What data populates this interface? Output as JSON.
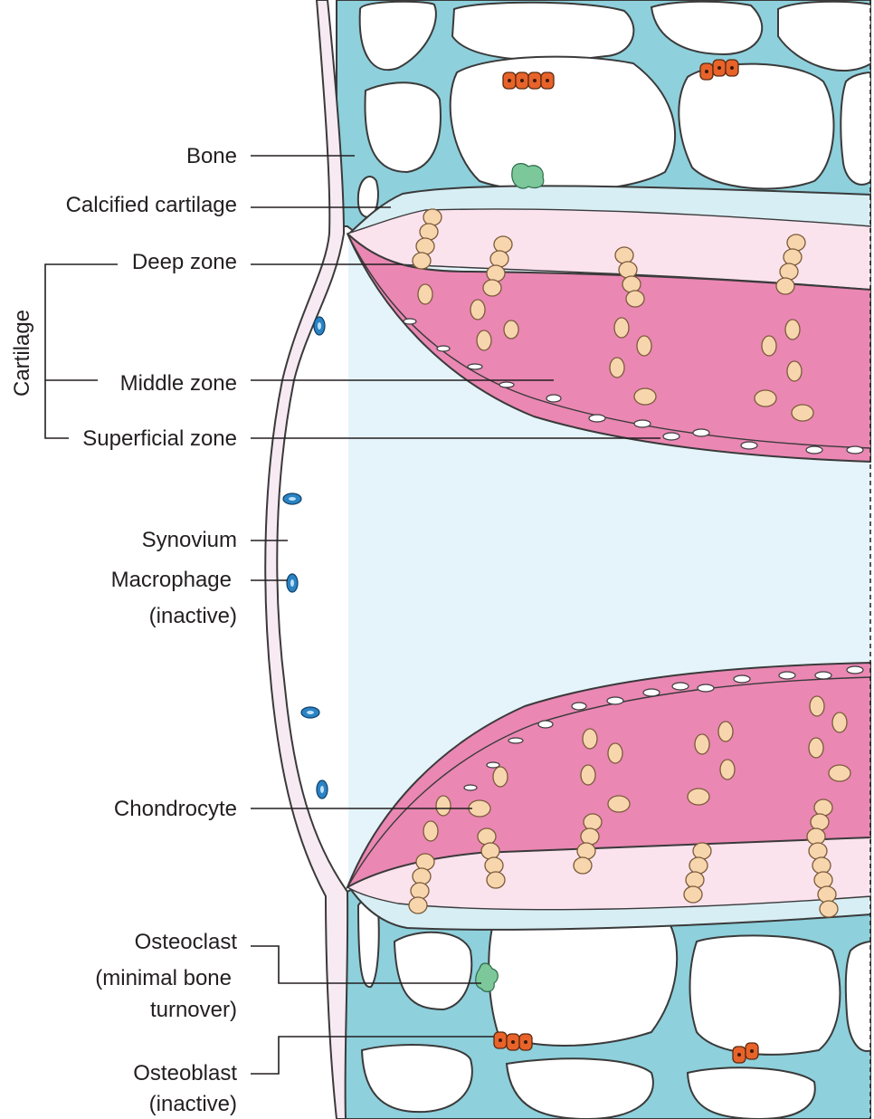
{
  "labels": {
    "bone": "Bone",
    "calcified_cartilage": "Calcified cartilage",
    "cartilage_group": "Cartilage",
    "deep_zone": "Deep zone",
    "middle_zone": "Middle zone",
    "superficial_zone": "Superficial zone",
    "synovium": "Synovium",
    "macrophage_line1": "Macrophage",
    "macrophage_line2": "(inactive)",
    "chondrocyte": "Chondrocyte",
    "osteoclast_line1": "Osteoclast",
    "osteoclast_line2": "(minimal bone",
    "osteoclast_line3": "turnover)",
    "osteoblast_line1": "Osteoblast",
    "osteoblast_line2": "(inactive)"
  },
  "colors": {
    "bone": "#8ed0dc",
    "calcified_cartilage": "#d7eef4",
    "deep_zone": "#fbe3ee",
    "middle_zone": "#ea87b3",
    "synovial_fluid": "#e5f4fa",
    "synovium": "#f7eaf3",
    "chondrocyte": "#f8d6ad",
    "osteoblast": "#e8632a",
    "osteoclast": "#7cc89a",
    "macrophage": "#2a83c4"
  }
}
